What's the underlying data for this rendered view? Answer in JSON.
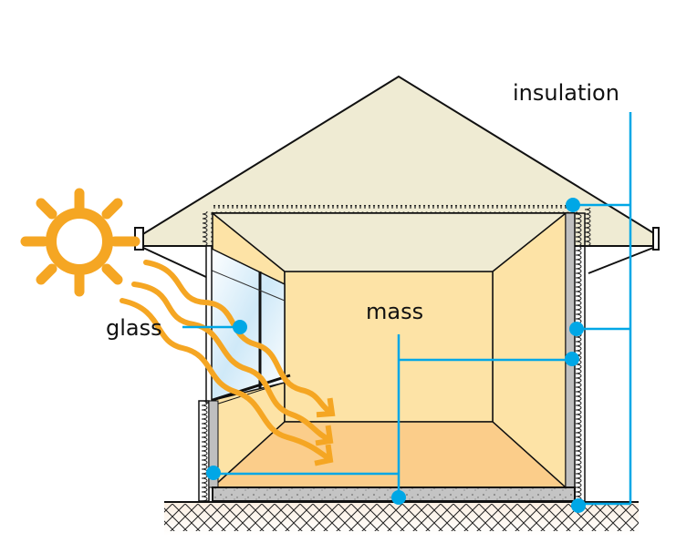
{
  "diagram": {
    "title": "Passive solar house cross-section",
    "labels": {
      "insulation": "insulation",
      "mass": "mass",
      "glass": "glass"
    },
    "components": [
      {
        "id": "sun",
        "label": "sun",
        "icon": "sun-icon"
      },
      {
        "id": "roof",
        "label": "roof"
      },
      {
        "id": "ceiling-insulation",
        "label": "insulation"
      },
      {
        "id": "south-window",
        "label": "glass"
      },
      {
        "id": "thermal-mass-walls",
        "label": "mass"
      },
      {
        "id": "thermal-mass-floor-slab",
        "label": "mass"
      },
      {
        "id": "ground",
        "label": "ground"
      }
    ],
    "sun_rays": 3,
    "colors": {
      "sun": "#f5a623",
      "callout": "#00a7e6",
      "roof": "#efebd3",
      "wall": "#fde3a6",
      "floor": "#fbcd8a",
      "slab": "#bfbfbf",
      "outline": "#111111"
    }
  }
}
